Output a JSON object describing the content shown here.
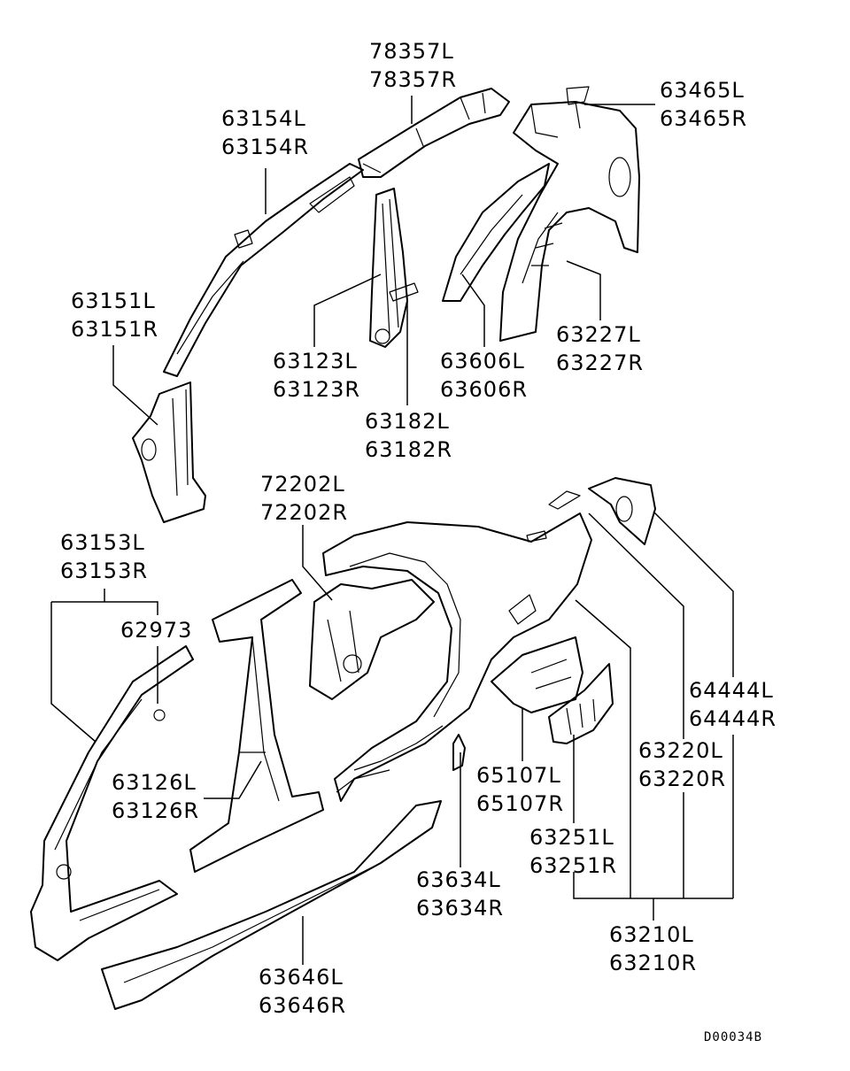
{
  "parts": {
    "p78357": [
      "78357L",
      "78357R"
    ],
    "p63465": [
      "63465L",
      "63465R"
    ],
    "p63154": [
      "63154L",
      "63154R"
    ],
    "p63151": [
      "63151L",
      "63151R"
    ],
    "p63123": [
      "63123L",
      "63123R"
    ],
    "p63606": [
      "63606L",
      "63606R"
    ],
    "p63227": [
      "63227L",
      "63227R"
    ],
    "p63182": [
      "63182L",
      "63182R"
    ],
    "p72202": [
      "72202L",
      "72202R"
    ],
    "p63153": [
      "63153L",
      "63153R"
    ],
    "p62973": [
      "62973"
    ],
    "p64444": [
      "64444L",
      "64444R"
    ],
    "p63220": [
      "63220L",
      "63220R"
    ],
    "p63126": [
      "63126L",
      "63126R"
    ],
    "p65107": [
      "65107L",
      "65107R"
    ],
    "p63251": [
      "63251L",
      "63251R"
    ],
    "p63634": [
      "63634L",
      "63634R"
    ],
    "p63210": [
      "63210L",
      "63210R"
    ],
    "p63646": [
      "63646L",
      "63646R"
    ]
  },
  "diagram_code": "D00034B"
}
